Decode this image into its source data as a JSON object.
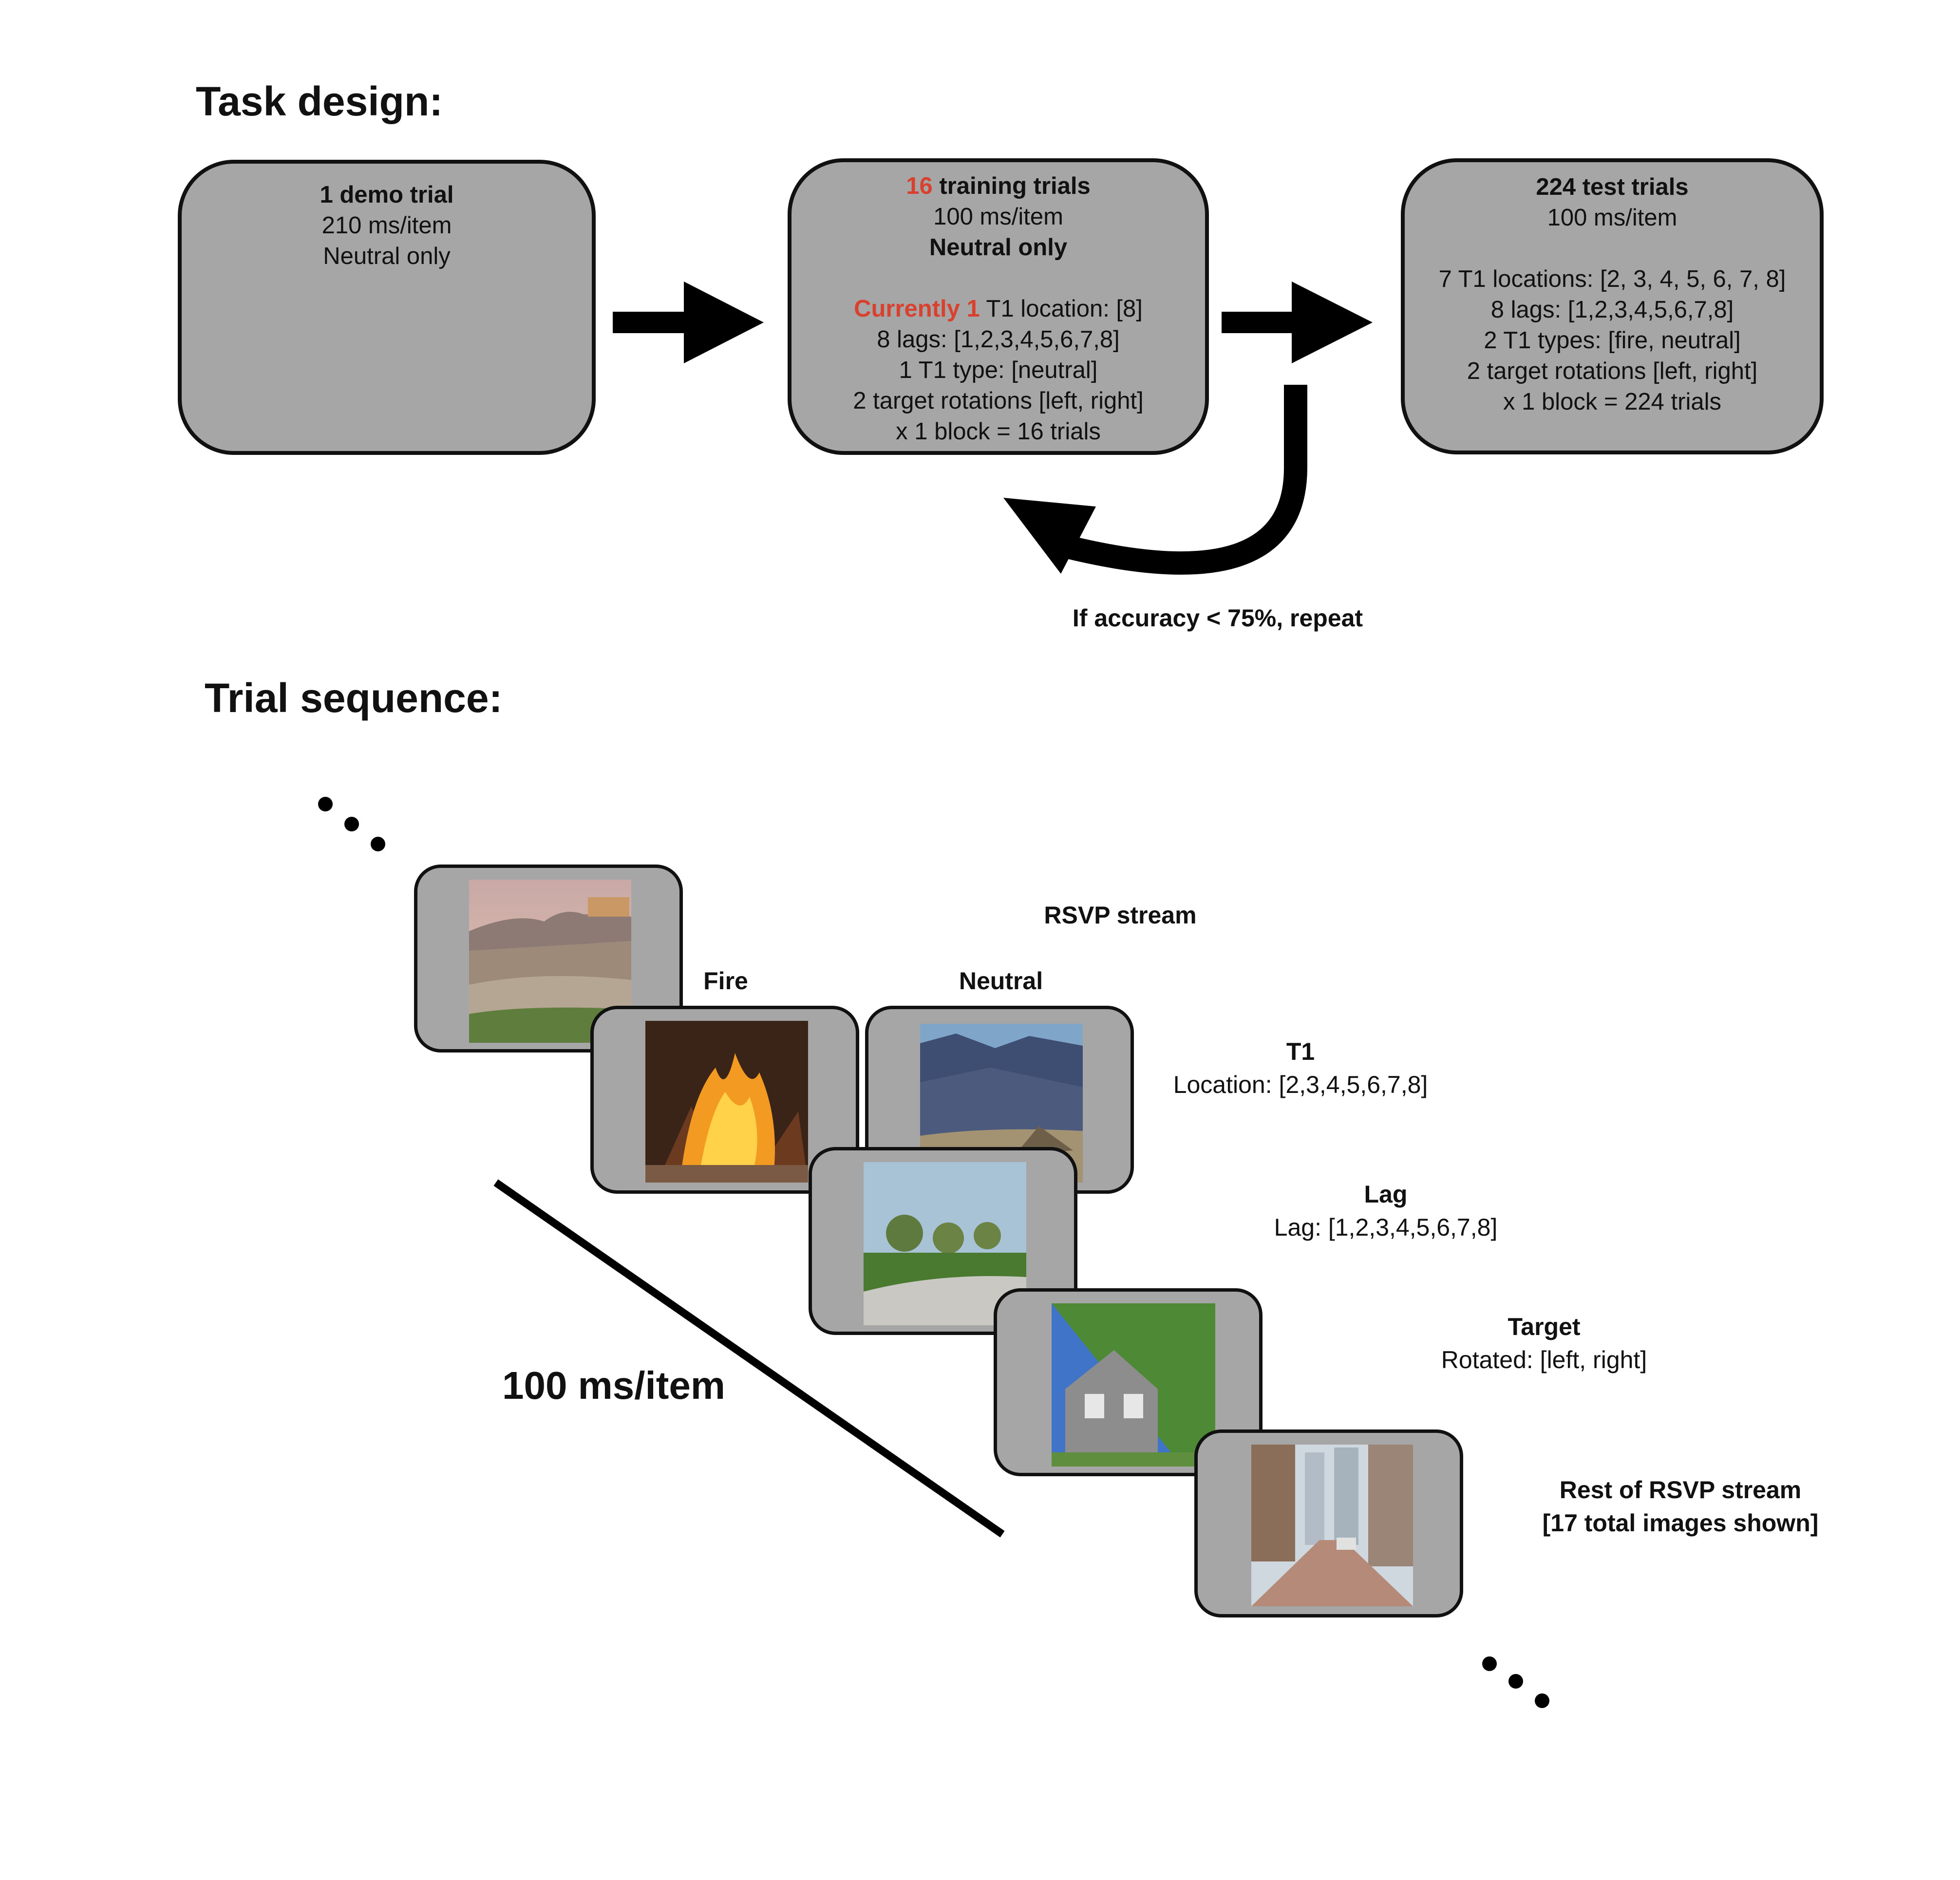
{
  "task_design": {
    "heading": "Task design:",
    "demo_box": {
      "title": "1 demo trial",
      "rate": "210 ms/item",
      "condition": "Neutral only"
    },
    "training_box": {
      "count": "16",
      "title_rest": " training trials",
      "rate": "100 ms/item",
      "condition": "Neutral only",
      "location_highlight": "Currently 1",
      "location_rest": " T1 location: [8]",
      "lags": "8 lags: [1,2,3,4,5,6,7,8]",
      "types": "1 T1 type: [neutral]",
      "rotations": "2 target rotations [left, right]",
      "block": "x 1 block = 16 trials"
    },
    "test_box": {
      "title": "224 test trials",
      "rate": "100 ms/item",
      "locations": "7 T1 locations: [2, 3, 4, 5, 6, 7, 8]",
      "lags": "8 lags: [1,2,3,4,5,6,7,8]",
      "types": "2 T1 types: [fire, neutral]",
      "rotations": "2 target rotations [left, right]",
      "block": "x 1 block = 224 trials"
    },
    "repeat_label": "If accuracy < 75%, repeat"
  },
  "trial_sequence": {
    "heading": "Trial sequence:",
    "rsvp_label": "RSVP stream",
    "fire_label": "Fire",
    "neutral_label": "Neutral",
    "t1": {
      "title": "T1",
      "desc": "Location: [2,3,4,5,6,7,8]"
    },
    "lag": {
      "title": "Lag",
      "desc": "Lag: [1,2,3,4,5,6,7,8]"
    },
    "target": {
      "title": "Target",
      "desc": "Rotated: [left, right]"
    },
    "rest": {
      "title": "Rest of RSVP stream",
      "desc": "[17 total images shown]"
    },
    "rate_label": "100 ms/item"
  },
  "colors": {
    "box_fill": "#a6a6a6",
    "highlight": "#d9412e"
  }
}
